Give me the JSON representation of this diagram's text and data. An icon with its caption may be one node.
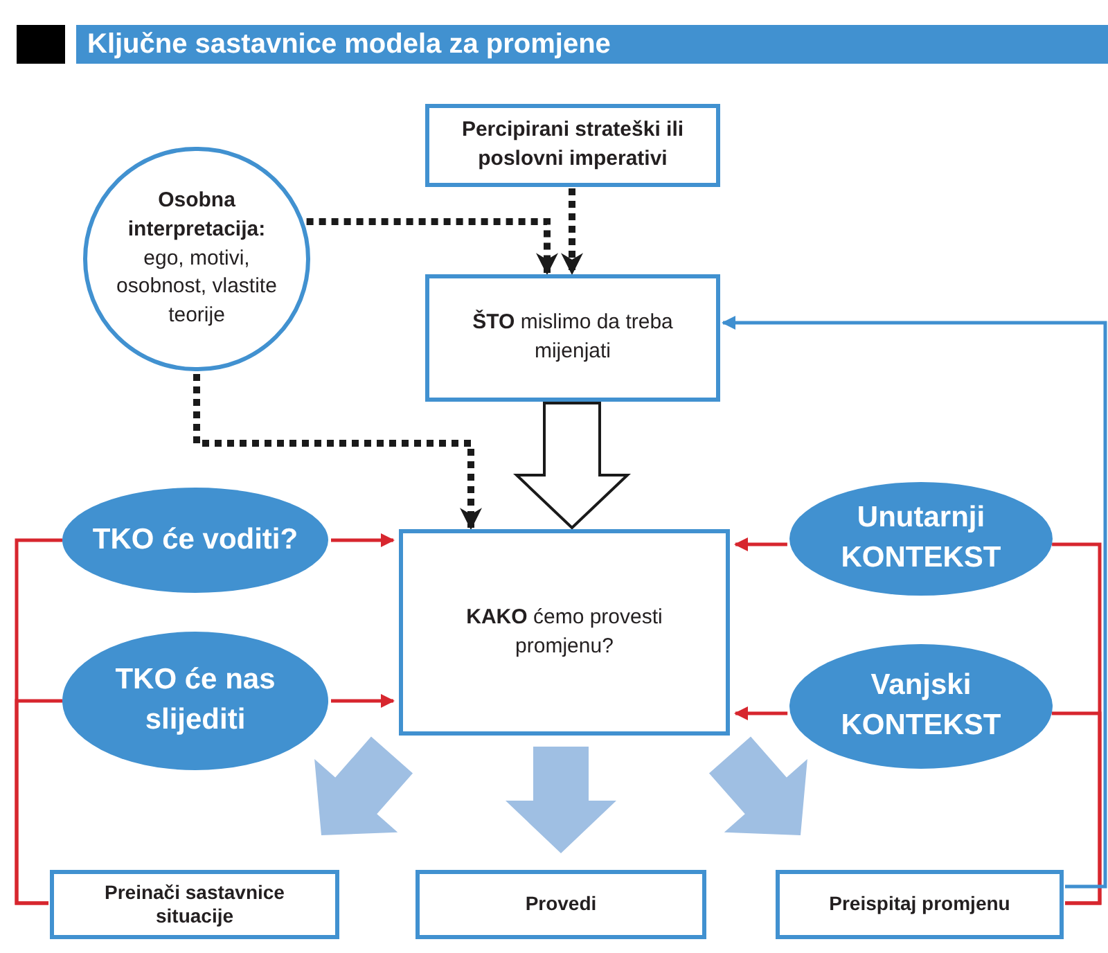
{
  "diagram": {
    "title": "Ključne sastavnice modela za promjene",
    "nodes": [
      {
        "text": [
          "Percipirani strateški ili poslovni imperativi"
        ]
      },
      {
        "text": [
          "Osobna interpretacija:",
          "ego, motivi, osobnost, vlastite teorije"
        ]
      },
      {
        "text": [
          "**ŠTO** mislimo da treba mijenjati"
        ]
      },
      {
        "text": [
          "**KAKO** ćemo provesti promjenu?"
        ]
      },
      {
        "text": [
          "TKO će voditi?"
        ]
      },
      {
        "text": [
          "TKO će nas slijediti"
        ]
      },
      {
        "text": [
          "Unutarnji KONTEKST"
        ]
      },
      {
        "text": [
          "Vanjski KONTEKST"
        ]
      },
      {
        "text": [
          "Preinači sastavnice situacije"
        ]
      },
      {
        "text": [
          "Provedi"
        ]
      },
      {
        "text": [
          "Preispitaj promjenu"
        ]
      }
    ],
    "edges": [
      {
        "from": 0,
        "to": 2,
        "arrow": "to",
        "style": "dashed",
        "color": "#1a1a1a"
      },
      {
        "from": 1,
        "to": 2,
        "arrow": "to",
        "style": "dashed",
        "color": "#1a1a1a"
      },
      {
        "from": 1,
        "to": 3,
        "arrow": "to",
        "style": "dashed",
        "color": "#1a1a1a"
      },
      {
        "from": 2,
        "to": 3,
        "arrow": "to",
        "style": "thick"
      },
      {
        "from": 4,
        "to": 3,
        "arrow": "to",
        "color": "#d7262e"
      },
      {
        "from": 5,
        "to": 3,
        "arrow": "to",
        "color": "#d7262e"
      },
      {
        "from": 6,
        "to": 3,
        "arrow": "to",
        "color": "#d7262e"
      },
      {
        "from": 7,
        "to": 3,
        "arrow": "to",
        "color": "#d7262e"
      },
      {
        "from": 3,
        "to": 8,
        "arrow": "to",
        "style": "thick",
        "color": "#9fbfe3"
      },
      {
        "from": 3,
        "to": 9,
        "arrow": "to",
        "style": "thick",
        "color": "#9fbfe3"
      },
      {
        "from": 3,
        "to": 10,
        "arrow": "to",
        "style": "thick",
        "color": "#9fbfe3"
      },
      {
        "from": 8,
        "to": 4,
        "arrow": "none",
        "color": "#d7262e"
      },
      {
        "from": 8,
        "to": 5,
        "arrow": "none",
        "color": "#d7262e"
      },
      {
        "from": 10,
        "to": 6,
        "arrow": "none",
        "color": "#d7262e"
      },
      {
        "from": 10,
        "to": 7,
        "arrow": "none",
        "color": "#d7262e"
      },
      {
        "from": 10,
        "to": 2,
        "arrow": "to",
        "color": "#3f8fd0"
      }
    ]
  }
}
